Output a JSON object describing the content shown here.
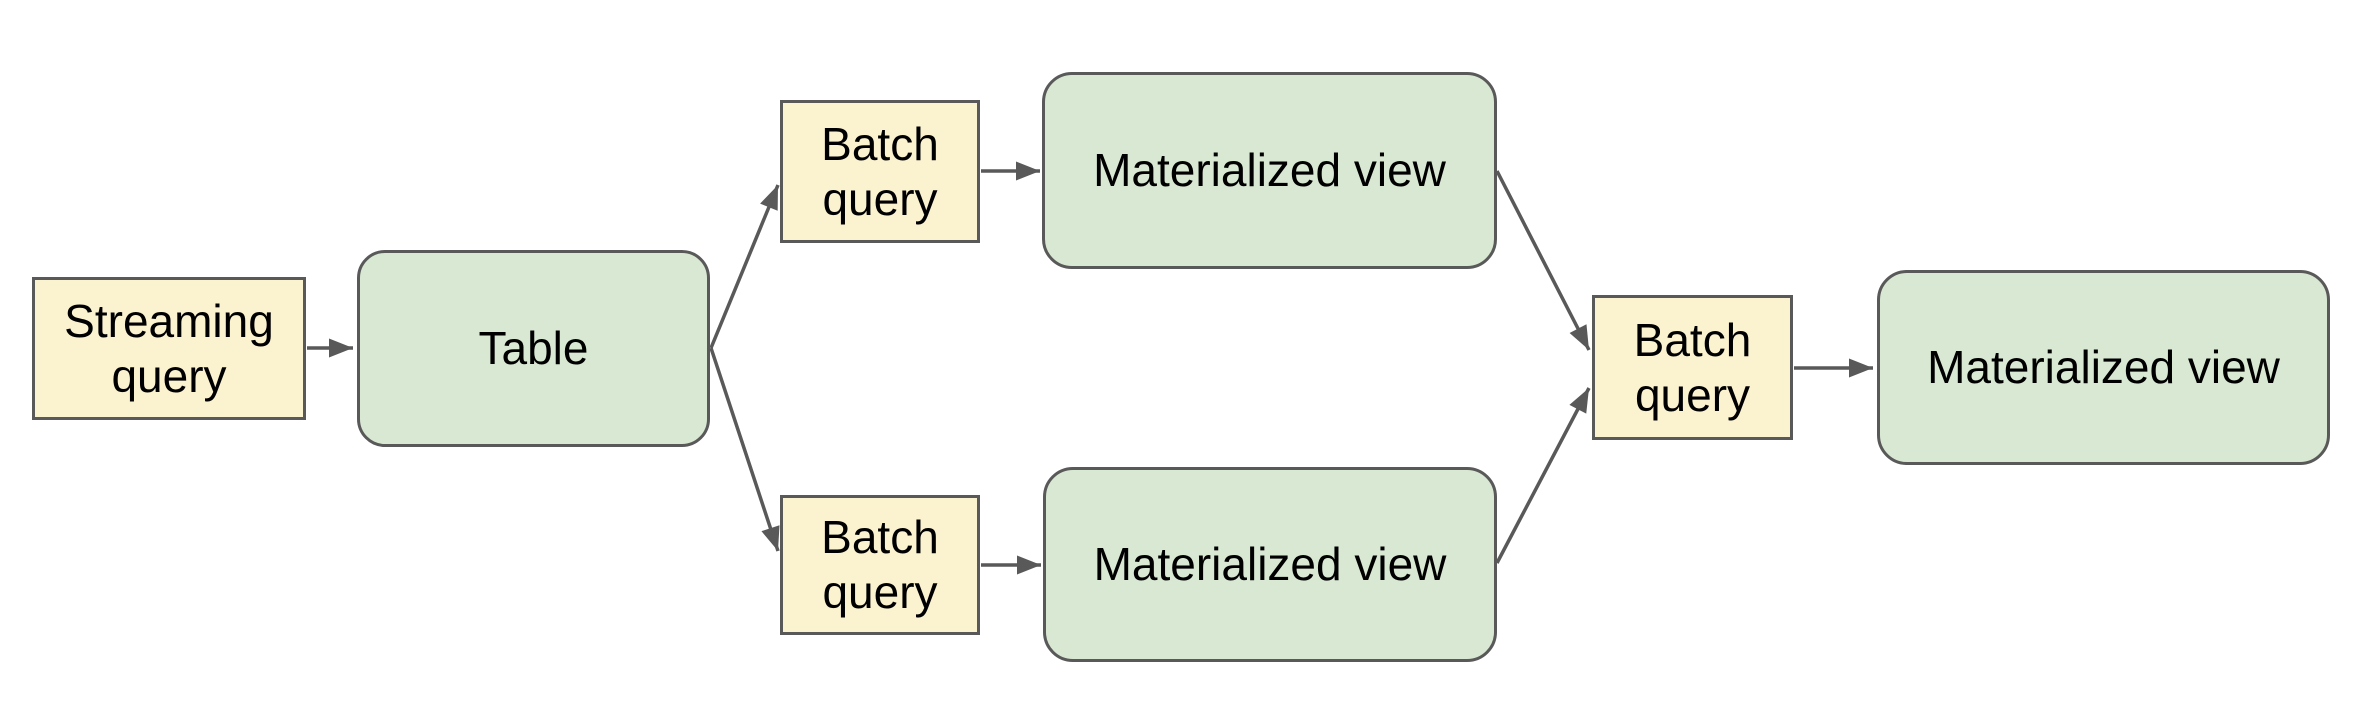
{
  "diagram": {
    "colors": {
      "background": "#ffffff",
      "query_fill": "#fbf2cf",
      "view_fill": "#d9e8d3",
      "border": "#595959",
      "arrow": "#595959",
      "text": "#000000"
    },
    "nodes": [
      {
        "id": "streaming-query",
        "label": "Streaming query",
        "shape": "rectangle",
        "fill": "#fbf2cf"
      },
      {
        "id": "table",
        "label": "Table",
        "shape": "rounded-rectangle",
        "fill": "#d9e8d3"
      },
      {
        "id": "batch-query-top",
        "label": "Batch query",
        "shape": "rectangle",
        "fill": "#fbf2cf"
      },
      {
        "id": "materialized-view-top",
        "label": "Materialized view",
        "shape": "rounded-rectangle",
        "fill": "#d9e8d3"
      },
      {
        "id": "batch-query-bottom",
        "label": "Batch query",
        "shape": "rectangle",
        "fill": "#fbf2cf"
      },
      {
        "id": "materialized-view-bottom",
        "label": "Materialized view",
        "shape": "rounded-rectangle",
        "fill": "#d9e8d3"
      },
      {
        "id": "batch-query-right",
        "label": "Batch query",
        "shape": "rectangle",
        "fill": "#fbf2cf"
      },
      {
        "id": "materialized-view-right",
        "label": "Materialized view",
        "shape": "rounded-rectangle",
        "fill": "#d9e8d3"
      }
    ],
    "edges": [
      {
        "from": "streaming-query",
        "to": "table"
      },
      {
        "from": "table",
        "to": "batch-query-top"
      },
      {
        "from": "table",
        "to": "batch-query-bottom"
      },
      {
        "from": "batch-query-top",
        "to": "materialized-view-top"
      },
      {
        "from": "batch-query-bottom",
        "to": "materialized-view-bottom"
      },
      {
        "from": "materialized-view-top",
        "to": "batch-query-right"
      },
      {
        "from": "materialized-view-bottom",
        "to": "batch-query-right"
      },
      {
        "from": "batch-query-right",
        "to": "materialized-view-right"
      }
    ]
  }
}
